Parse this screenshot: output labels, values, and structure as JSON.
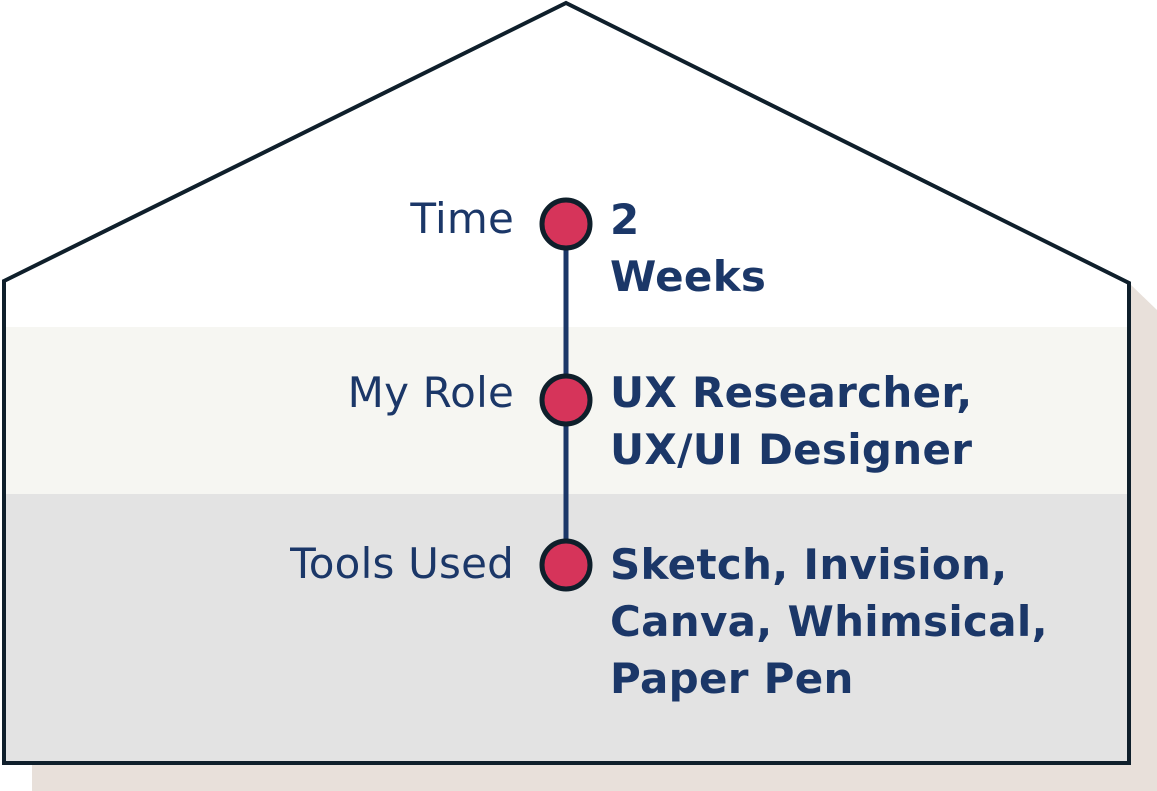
{
  "colors": {
    "text": "#1b3768",
    "dot": "#d6345a",
    "outline": "#0f1f2b",
    "band_top": "#ffffff",
    "band_middle": "#f6f6f2",
    "band_bottom": "#e3e3e3",
    "shadow": "#e8e0da"
  },
  "rows": [
    {
      "label": "Time",
      "value_lines": [
        "2",
        "Weeks"
      ]
    },
    {
      "label": "My Role",
      "value_lines": [
        "UX Researcher,",
        "UX/UI Designer"
      ]
    },
    {
      "label": "Tools Used",
      "value_lines": [
        "Sketch, Invision,",
        "Canva, Whimsical,",
        "Paper Pen"
      ]
    }
  ]
}
